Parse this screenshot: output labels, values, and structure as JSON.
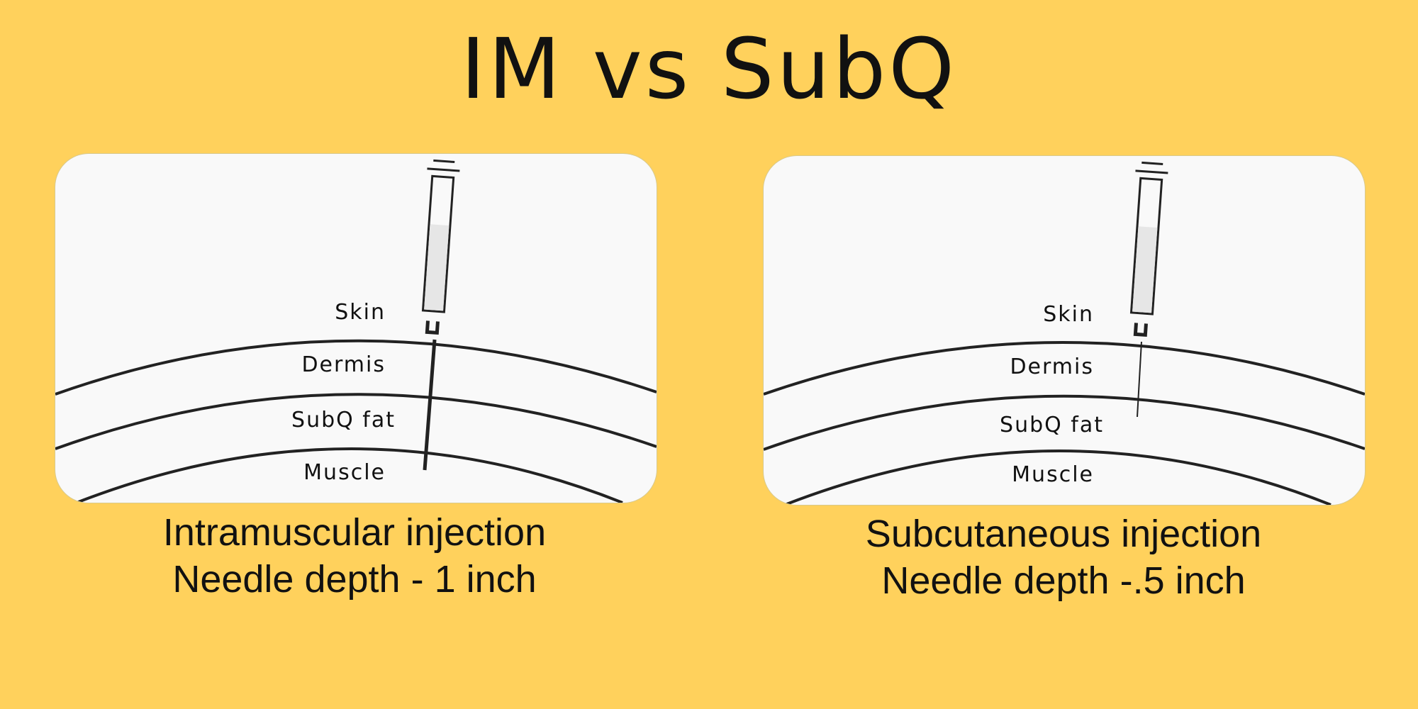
{
  "title": "IM vs SubQ",
  "colors": {
    "background": "#FFD15C",
    "panel": "#F9F9F9",
    "line": "#222222",
    "syringe_fluid": "#E6E6E6"
  },
  "panels": [
    {
      "id": "intramuscular",
      "layer_labels": {
        "skin": "Skin",
        "dermis": "Dermis",
        "subq_fat": "SubQ fat",
        "muscle": "Muscle"
      },
      "caption_line1": "Intramuscular injection",
      "caption_line2": "Needle depth - 1 inch",
      "needle_reaches": "Muscle"
    },
    {
      "id": "subcutaneous",
      "layer_labels": {
        "skin": "Skin",
        "dermis": "Dermis",
        "subq_fat": "SubQ fat",
        "muscle": "Muscle"
      },
      "caption_line1": "Subcutaneous injection",
      "caption_line2": "Needle depth -.5 inch",
      "needle_reaches": "SubQ fat"
    }
  ]
}
